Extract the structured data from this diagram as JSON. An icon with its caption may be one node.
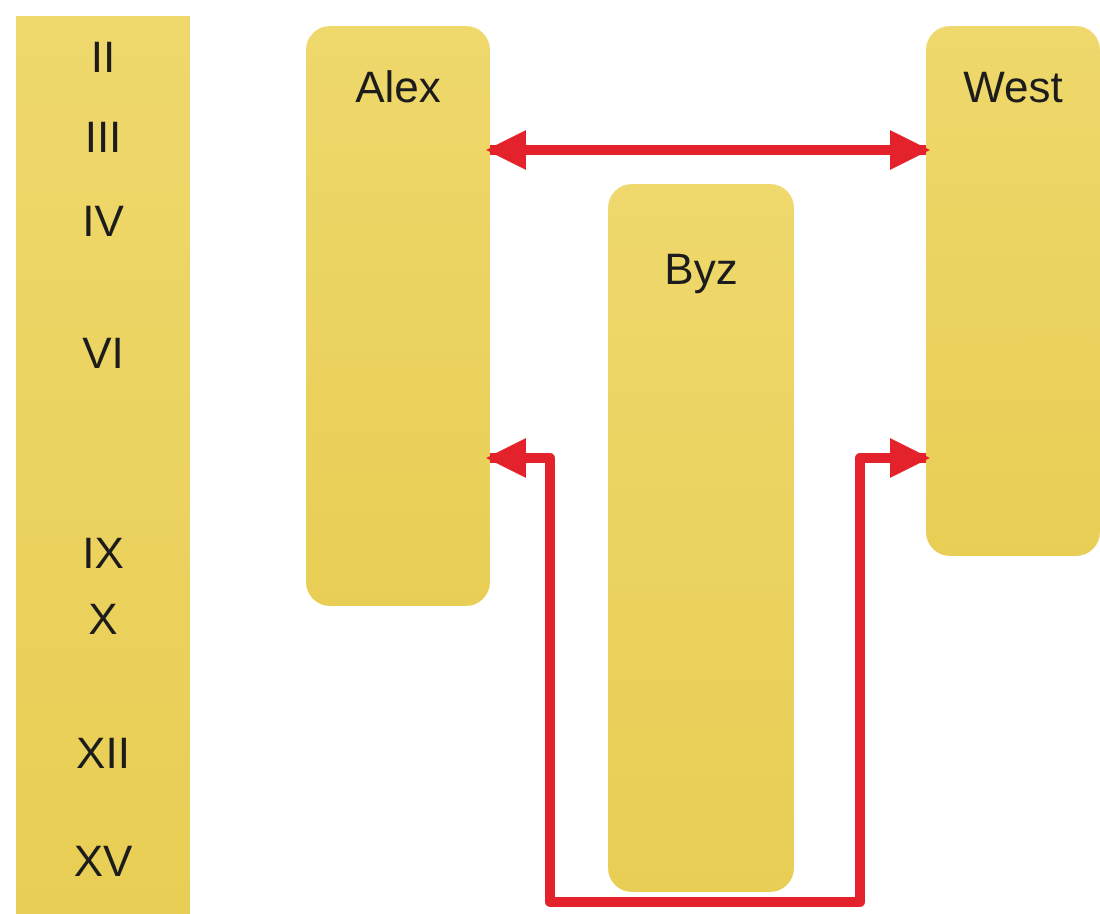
{
  "diagram": {
    "nodes": [
      {
        "text": [
          "II",
          "III",
          "IV",
          "VI",
          "IX",
          "X",
          "XII",
          "XV"
        ]
      },
      {
        "text": [
          "Alex"
        ]
      },
      {
        "text": [
          "Byz"
        ]
      },
      {
        "text": [
          "West"
        ]
      }
    ],
    "edges": [
      {
        "from": 1,
        "to": 3,
        "arrow": "both"
      },
      {
        "from": 1,
        "to": 3,
        "arrow": "both"
      }
    ]
  }
}
